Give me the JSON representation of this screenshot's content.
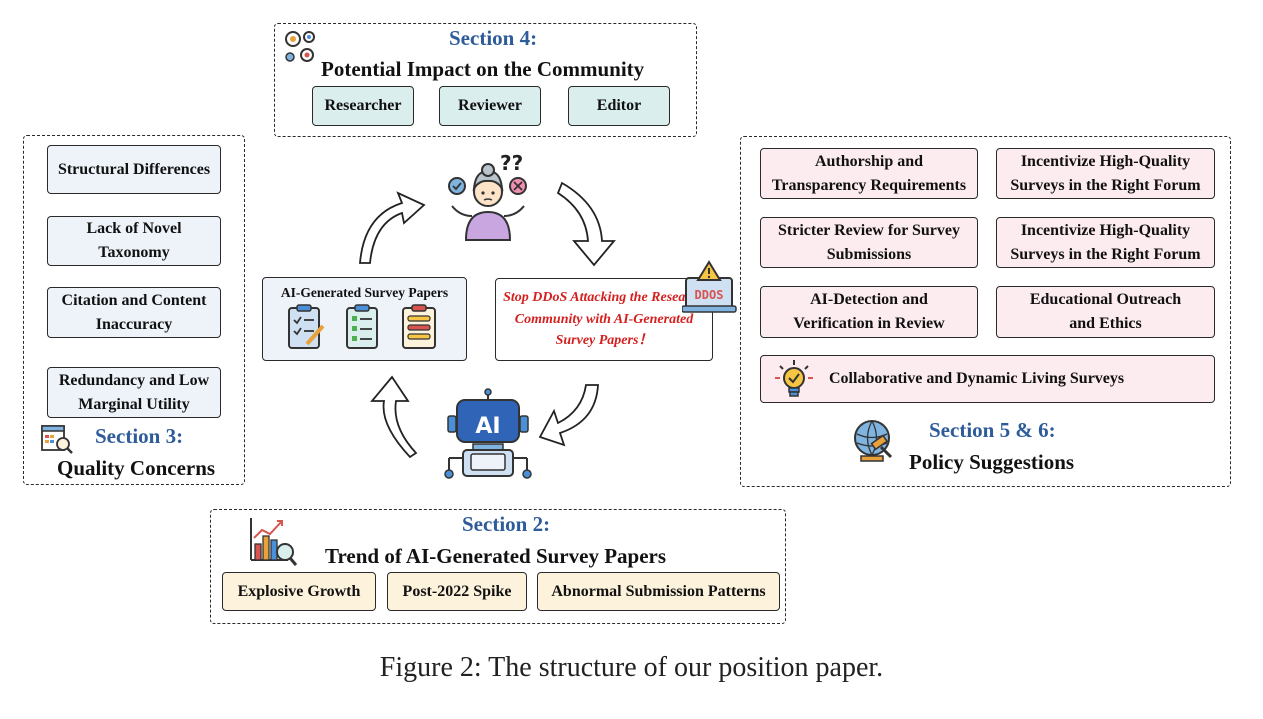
{
  "section4": {
    "label": "Section 4:",
    "title": "Potential Impact on the Community",
    "items": [
      "Researcher",
      "Reviewer",
      "Editor"
    ]
  },
  "section3": {
    "label": "Section 3:",
    "title": "Quality Concerns",
    "items": [
      "Structural Differences",
      "Lack of Novel Taxonomy",
      "Citation and Content Inaccuracy",
      "Redundancy and Low Marginal Utility"
    ]
  },
  "section56": {
    "label": "Section 5 & 6:",
    "title": "Policy Suggestions",
    "items": [
      "Authorship and Transparency Requirements",
      "Incentivize High-Quality Surveys in the Right Forum",
      "Stricter Review for Survey Submissions",
      "Incentivize High-Quality Surveys in the Right Forum",
      "AI-Detection and Verification in Review",
      "Educational Outreach and Ethics"
    ],
    "wide_item": "Collaborative and Dynamic Living Surveys"
  },
  "section2": {
    "label": "Section 2:",
    "title": "Trend of AI-Generated Survey Papers",
    "items": [
      "Explosive Growth",
      "Post-2022 Spike",
      "Abnormal Submission Patterns"
    ]
  },
  "center": {
    "papers_label": "AI-Generated Survey Papers",
    "ddos_message": "Stop DDoS Attacking the Research Community with AI-Generated Survey Papers！",
    "ddos_badge": "DDOS",
    "ai_badge": "AI",
    "question_marks": "??"
  },
  "caption": "Figure 2:  The structure of our position paper.",
  "colors": {
    "section_label": "#2e5b9a",
    "ddos_text": "#d4201f",
    "teal_box": "#dbeeee",
    "lightblue_box": "#eef3fa",
    "pink_box": "#fcecef",
    "cream_box": "#fdf2dc"
  },
  "icons": [
    "gears-icon",
    "clipboard-icons",
    "warning-icon",
    "person-confused-icon",
    "robot-icon",
    "report-magnifier-icon",
    "lightbulb-icon",
    "globe-gavel-icon",
    "growth-chart-icon",
    "curved-arrow-icons"
  ]
}
